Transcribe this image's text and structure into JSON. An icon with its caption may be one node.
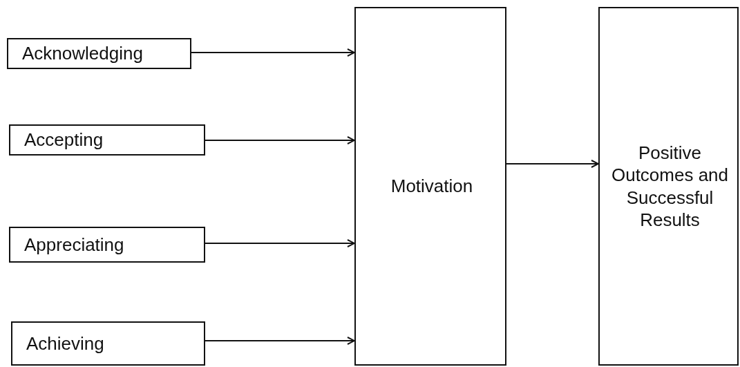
{
  "diagram": {
    "nodes": [
      {
        "text": [
          "Acknowledging"
        ]
      },
      {
        "text": [
          "Accepting"
        ]
      },
      {
        "text": [
          "Appreciating"
        ]
      },
      {
        "text": [
          "Achieving"
        ]
      },
      {
        "text": [
          "Motivation"
        ]
      },
      {
        "text": [
          "Positive Outcomes and Successful Results"
        ]
      }
    ],
    "edges": [
      {
        "from": 0,
        "to": 4,
        "arrow": "to"
      },
      {
        "from": 1,
        "to": 4,
        "arrow": "to"
      },
      {
        "from": 2,
        "to": 4,
        "arrow": "to"
      },
      {
        "from": 3,
        "to": 4,
        "arrow": "to"
      },
      {
        "from": 4,
        "to": 5,
        "arrow": "to"
      }
    ]
  }
}
